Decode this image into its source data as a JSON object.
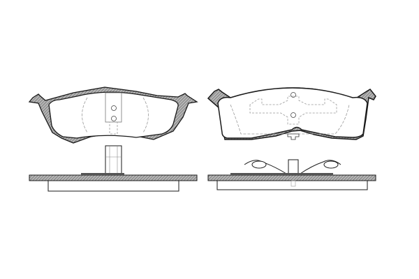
{
  "diagram": {
    "subject": "brake-pad-set",
    "views": [
      "left-pad-front",
      "right-pad-front",
      "left-pad-side",
      "right-pad-side"
    ],
    "colors": {
      "line": "#1a1a1a",
      "hatch": "#8a8a8a",
      "dashed": "#999999"
    }
  }
}
